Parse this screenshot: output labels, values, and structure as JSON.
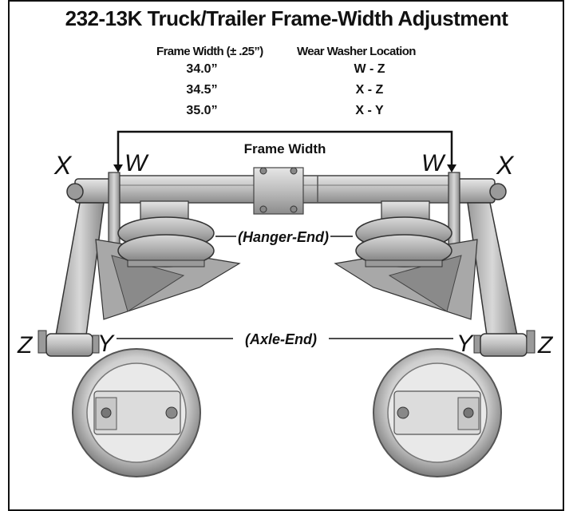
{
  "title": "232-13K Truck/Trailer Frame-Width Adjustment",
  "table": {
    "headers": [
      "Frame Width (± .25”)",
      "Wear Washer Location"
    ],
    "rows": [
      [
        "34.0”",
        "W - Z"
      ],
      [
        "34.5”",
        "X - Z"
      ],
      [
        "35.0”",
        "X - Y"
      ]
    ]
  },
  "diagram": {
    "frame_width_label": "Frame Width",
    "hanger_end_label": "(Hanger-End)",
    "axle_end_label": "(Axle-End)",
    "letters": {
      "w": "W",
      "x": "X",
      "y": "Y",
      "z": "Z"
    }
  }
}
